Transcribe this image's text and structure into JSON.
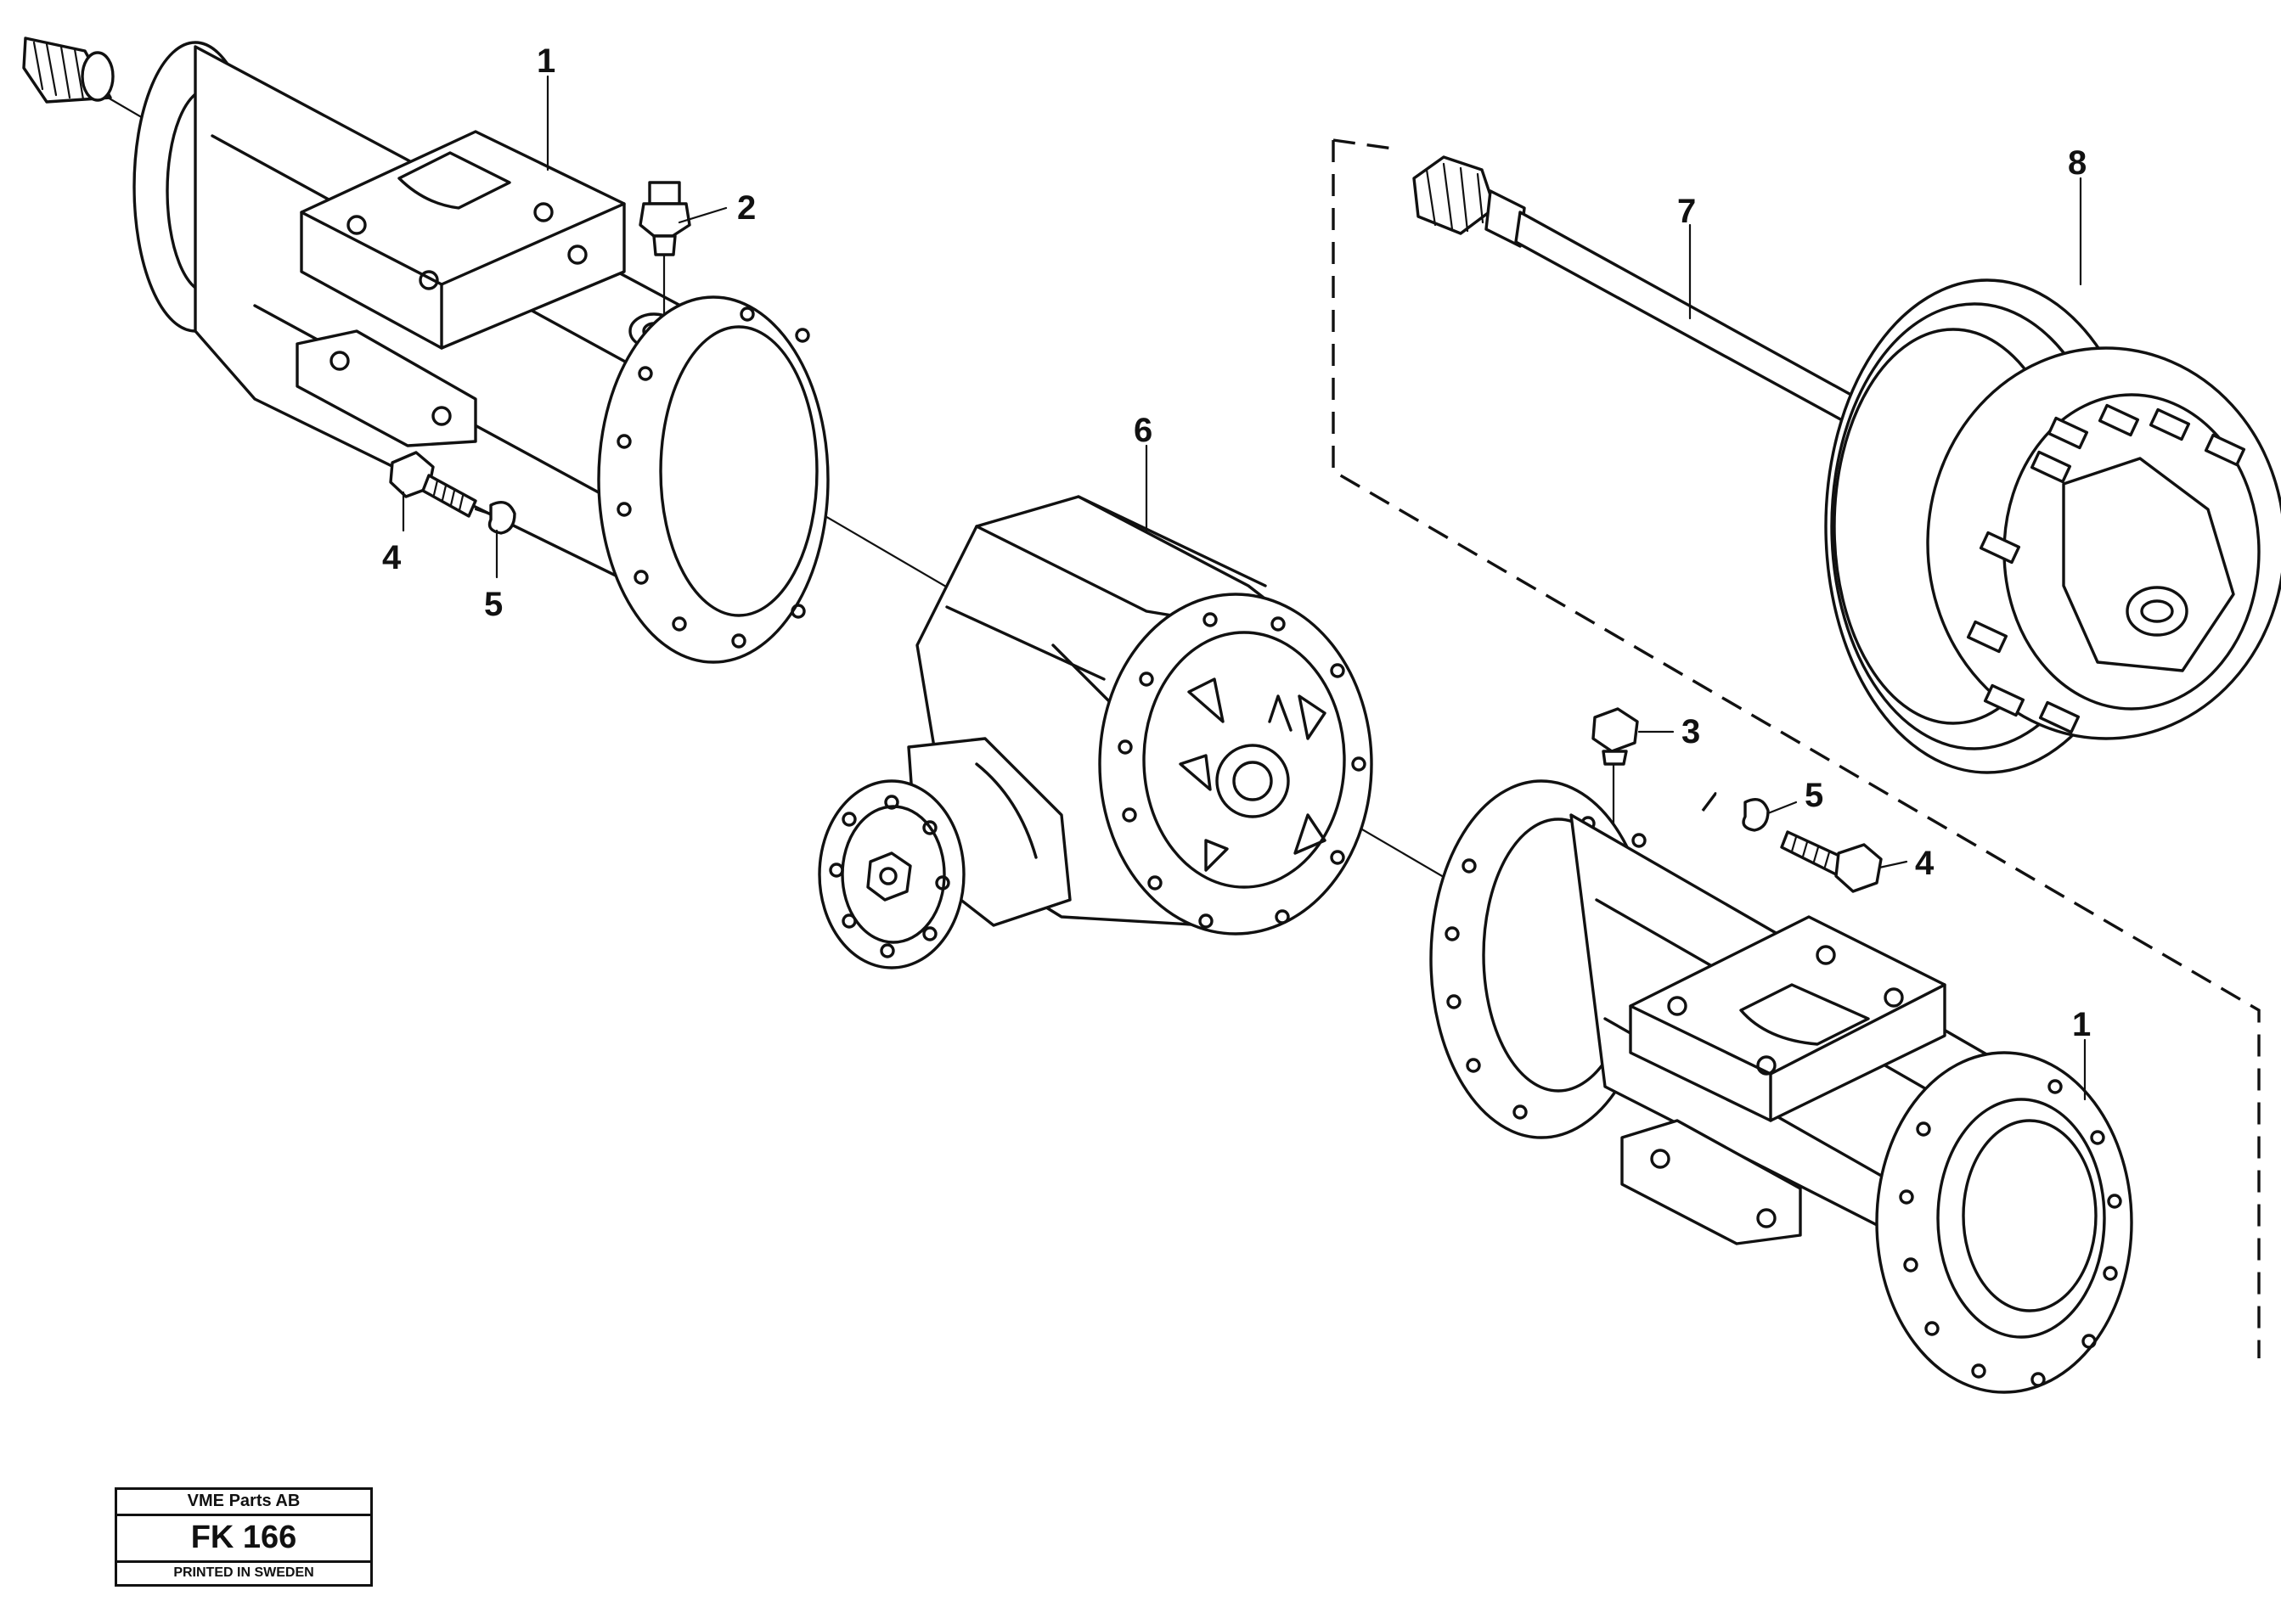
{
  "callouts": {
    "c1_left": "1",
    "c2": "2",
    "c4_left": "4",
    "c5_left": "5",
    "c6": "6",
    "c7": "7",
    "c8": "8",
    "c3": "3",
    "c5_right": "5",
    "c4_right": "4",
    "c1_right": "1"
  },
  "stamp": {
    "company": "VME Parts AB",
    "code": "FK 166",
    "printed": "PRINTED IN SWEDEN"
  },
  "parts": [
    {
      "ref": "1",
      "name": "axle-housing"
    },
    {
      "ref": "2",
      "name": "breather"
    },
    {
      "ref": "3",
      "name": "plug"
    },
    {
      "ref": "4",
      "name": "bolt"
    },
    {
      "ref": "5",
      "name": "lock-washer"
    },
    {
      "ref": "6",
      "name": "differential-carrier"
    },
    {
      "ref": "7",
      "name": "drive-shaft"
    },
    {
      "ref": "8",
      "name": "wheel-hub"
    }
  ]
}
